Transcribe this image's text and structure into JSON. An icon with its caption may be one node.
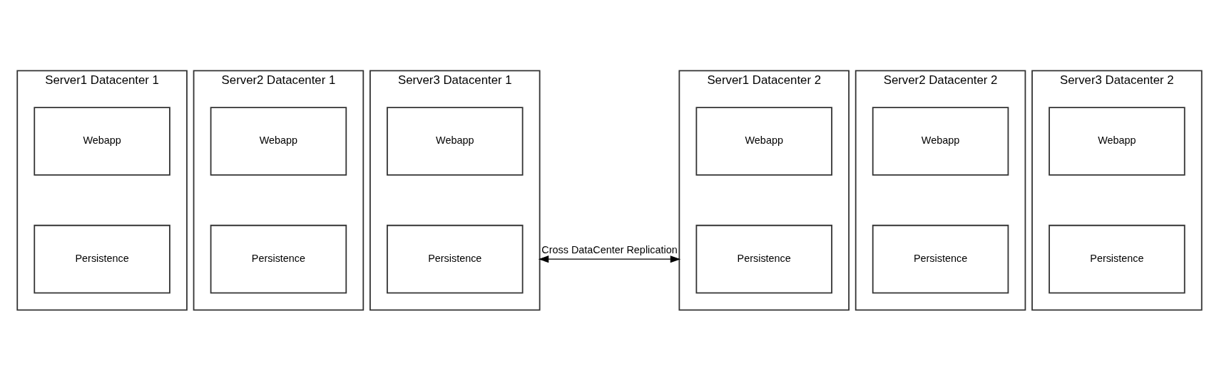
{
  "diagram": {
    "nodes": [
      {
        "text": [
          "Server1 Datacenter 1"
        ]
      },
      {
        "text": [
          "Webapp"
        ],
        "in": 0
      },
      {
        "text": [
          "Persistence"
        ],
        "in": 0
      },
      {
        "text": [
          "Server2 Datacenter 1"
        ]
      },
      {
        "text": [
          "Webapp"
        ],
        "in": 3
      },
      {
        "text": [
          "Persistence"
        ],
        "in": 3
      },
      {
        "text": [
          "Server3 Datacenter 1"
        ]
      },
      {
        "text": [
          "Webapp"
        ],
        "in": 6
      },
      {
        "text": [
          "Persistence"
        ],
        "in": 6
      },
      {
        "text": [
          "Server1 Datacenter 2"
        ]
      },
      {
        "text": [
          "Webapp"
        ],
        "in": 9
      },
      {
        "text": [
          "Persistence"
        ],
        "in": 9
      },
      {
        "text": [
          "Server2 Datacenter 2"
        ]
      },
      {
        "text": [
          "Webapp"
        ],
        "in": 12
      },
      {
        "text": [
          "Persistence"
        ],
        "in": 12
      },
      {
        "text": [
          "Server3 Datacenter 2"
        ]
      },
      {
        "text": [
          "Webapp"
        ],
        "in": 15
      },
      {
        "text": [
          "Persistence"
        ],
        "in": 15
      }
    ],
    "edges": [
      {
        "from": 6,
        "to": 9,
        "arrow": "both",
        "label": "Cross DataCenter Replication"
      }
    ]
  }
}
